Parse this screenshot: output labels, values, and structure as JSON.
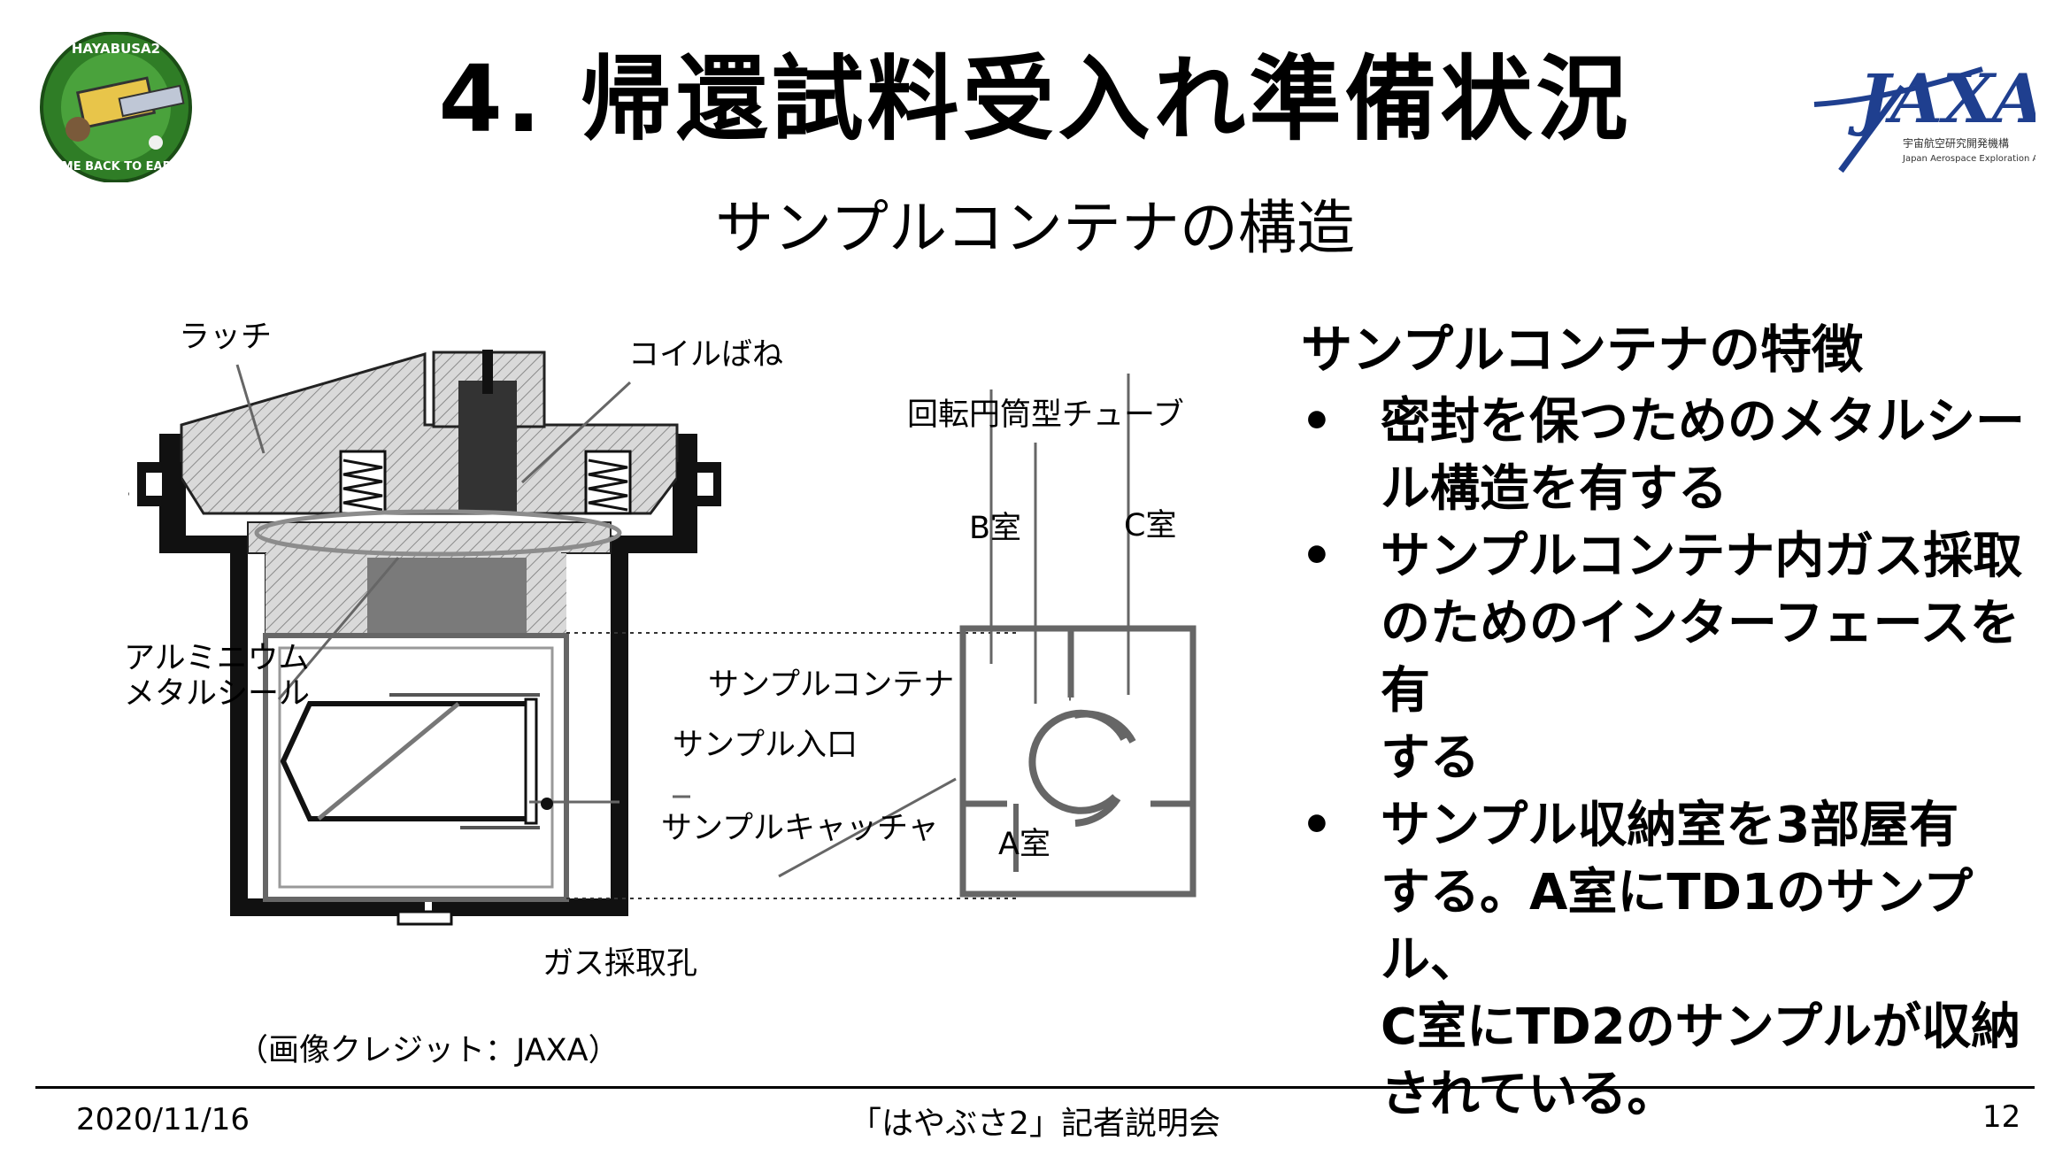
{
  "header": {
    "title": "4. 帰還試料受入れ準備状況",
    "subtitle": "サンプルコンテナの構造"
  },
  "logos": {
    "mission_logo": "HAYABUSA2 mission patch",
    "agency_logo": "JAXA",
    "agency_sub_ja": "宇宙航空研究開発機構",
    "agency_sub_en": "Japan Aerospace Exploration Agency"
  },
  "diagram": {
    "labels": {
      "latch": "ラッチ",
      "coil_spring": "コイルばね",
      "rotating_tube": "回転円筒型チューブ",
      "room_b": "B室",
      "room_c": "C室",
      "room_a": "A室",
      "al_seal_line1": "アルミニウム",
      "al_seal_line2": "メタルシール",
      "sample_container": "サンプルコンテナ",
      "sample_inlet": "サンプル入口",
      "sample_catcher": "サンプルキャッチャ",
      "gas_port": "ガス採取孔"
    }
  },
  "features": {
    "heading": "サンプルコンテナの特徴",
    "bullet": "•",
    "items": [
      [
        "密封を保つためのメタルシー",
        "ル構造を有する"
      ],
      [
        "サンプルコンテナ内ガス採取",
        "のためのインターフェースを有",
        "する"
      ],
      [
        "サンプル収納室を3部屋有",
        "する。A室にTD1のサンプル、",
        "C室にTD2のサンプルが収納",
        "されている。"
      ]
    ]
  },
  "credit": "（画像クレジット：JAXA）",
  "footer": {
    "date": "2020/11/16",
    "event": "「はやぶさ2」記者説明会",
    "page": "12"
  },
  "colors": {
    "hatch_fill": "#d9d9d9",
    "container_dark": "#111111",
    "diagram_gray": "#777777",
    "logo_green": "#3a8d2f",
    "jaxa_blue": "#1f3f8f"
  }
}
